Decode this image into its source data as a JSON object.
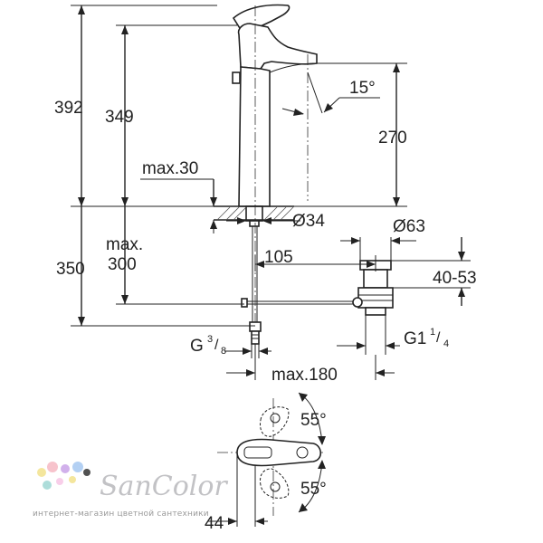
{
  "dimensions": {
    "total_height": "392",
    "spout_height": "349",
    "spout_angle": "15°",
    "outlet_height": "270",
    "max_deck_thickness_label": "max.30",
    "hole_diameter": "Ø34",
    "waste_diameter": "Ø63",
    "below_deck": "350",
    "max_hose_line1": "max.",
    "max_hose_line2": "300",
    "waste_offset": "105",
    "waste_range": "40-53",
    "supply_thread": "G",
    "supply_thread_num": "3",
    "supply_thread_den": "8",
    "waste_thread": "G1",
    "waste_thread_num": "1",
    "waste_thread_den": "4",
    "max_lever_reach": "max.180",
    "lever_angle_top": "55°",
    "lever_angle_bottom": "55°",
    "lever_width": "44"
  },
  "watermark": {
    "brand": "SanColor",
    "tagline": "интернет-магазин цветной сантехники"
  },
  "colors": {
    "line": "#222222",
    "watermark_text": "#b8b8bc",
    "dot_colors": [
      "#f7c6e6",
      "#c9a3e8",
      "#a6c8f2",
      "#f3e28c",
      "#f6b9c4",
      "#9fd8d4"
    ]
  }
}
